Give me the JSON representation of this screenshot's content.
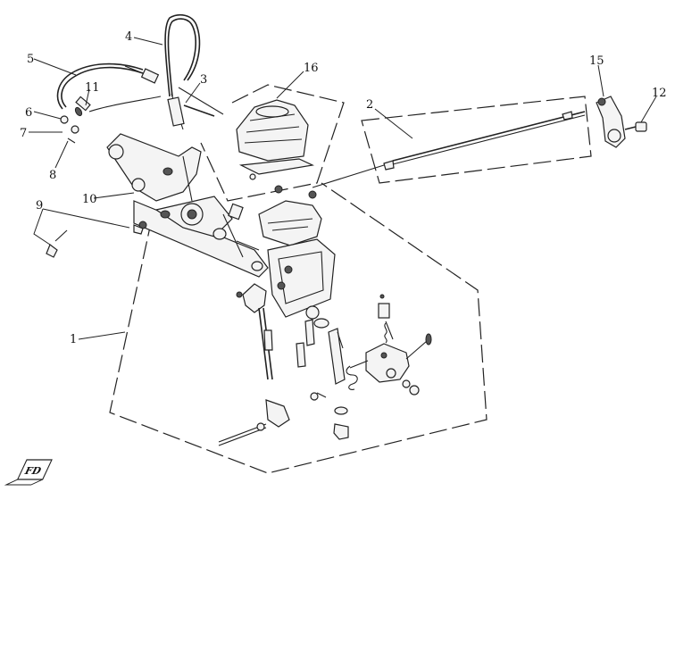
{
  "callouts": [
    {
      "id": "c1",
      "label": "1"
    },
    {
      "id": "c2",
      "label": "2"
    },
    {
      "id": "c3",
      "label": "3"
    },
    {
      "id": "c4",
      "label": "4"
    },
    {
      "id": "c5",
      "label": "5"
    },
    {
      "id": "c6",
      "label": "6"
    },
    {
      "id": "c7",
      "label": "7"
    },
    {
      "id": "c8",
      "label": "8"
    },
    {
      "id": "c9",
      "label": "9"
    },
    {
      "id": "c10",
      "label": "10"
    },
    {
      "id": "c11",
      "label": "11"
    },
    {
      "id": "c12",
      "label": "12"
    },
    {
      "id": "c15",
      "label": "15"
    },
    {
      "id": "c16",
      "label": "16"
    }
  ],
  "direction_badge": {
    "label": "FD"
  },
  "colors": {
    "line": "#222222",
    "background": "#ffffff"
  }
}
